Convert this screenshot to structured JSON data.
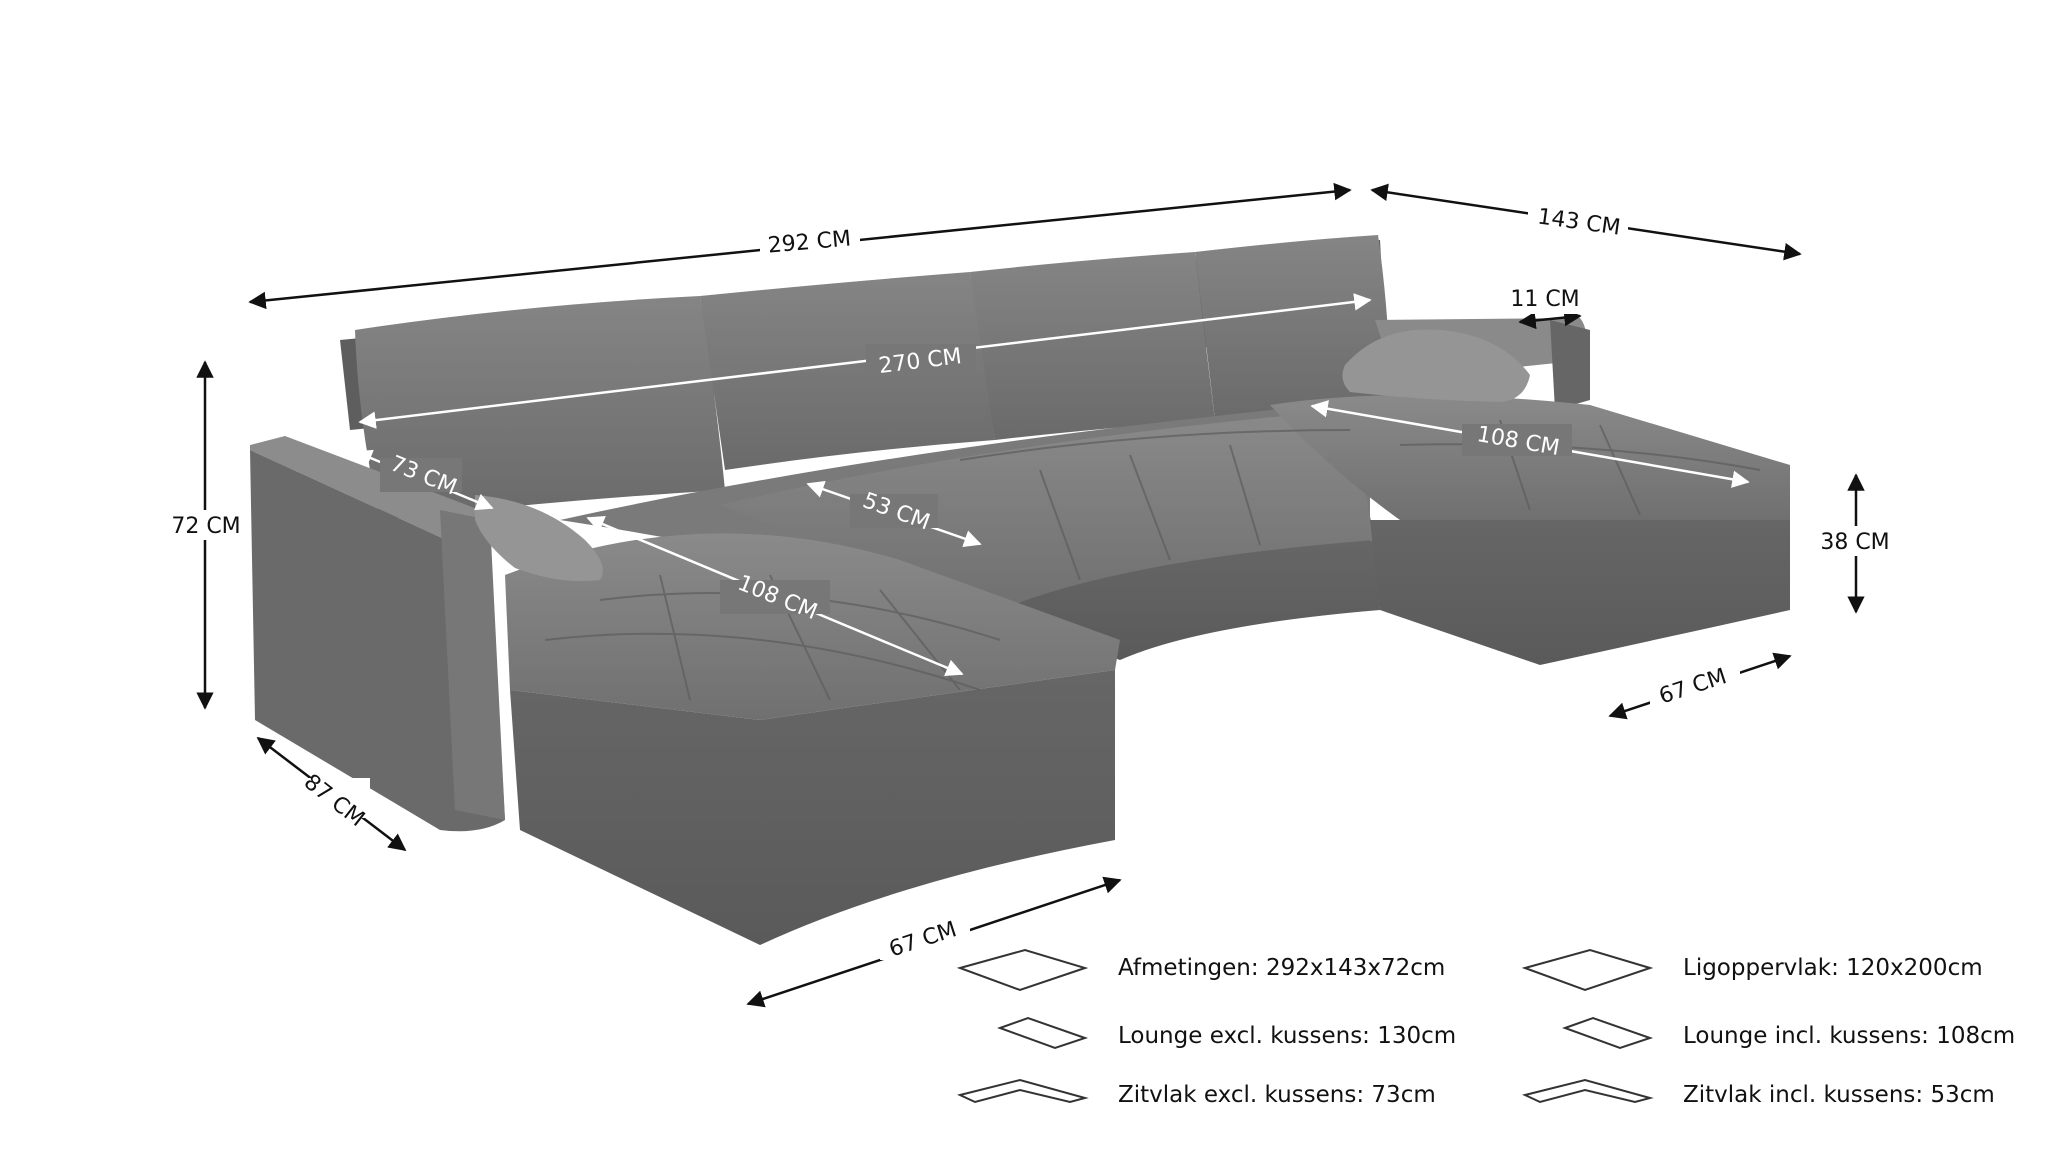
{
  "dimensions": {
    "total_width": "292 CM",
    "depth": "143 CM",
    "armrest_width": "11 CM",
    "back_width": "270 CM",
    "height": "72 CM",
    "seat_depth_excl": "73 CM",
    "seat_depth_incl": "53 CM",
    "lounge_length_left": "108 CM",
    "lounge_length_right": "108 CM",
    "seat_height": "38 CM",
    "lounge_width_right": "67 CM",
    "lounge_width_left": "67 CM",
    "arm_depth": "87 CM"
  },
  "legend": [
    {
      "icon": "diamond-outline-icon",
      "label": "Afmetingen: 292x143x72cm"
    },
    {
      "icon": "diamond-outline-icon",
      "label": "Ligoppervlak: 120x200cm"
    },
    {
      "icon": "parallelogram-outline-icon",
      "label": "Lounge excl. kussens: 130cm"
    },
    {
      "icon": "parallelogram-outline-icon",
      "label": "Lounge incl. kussens: 108cm"
    },
    {
      "icon": "corner-outline-icon",
      "label": "Zitvlak excl. kussens: 73cm"
    },
    {
      "icon": "corner-outline-icon",
      "label": "Zitvlak incl. kussens: 53cm"
    }
  ],
  "colors": {
    "upholstery": "#6e6e6e",
    "upholstery_light": "#808080",
    "upholstery_dark": "#555555",
    "arrow": "#111111",
    "arrow_inner": "#ffffff"
  }
}
